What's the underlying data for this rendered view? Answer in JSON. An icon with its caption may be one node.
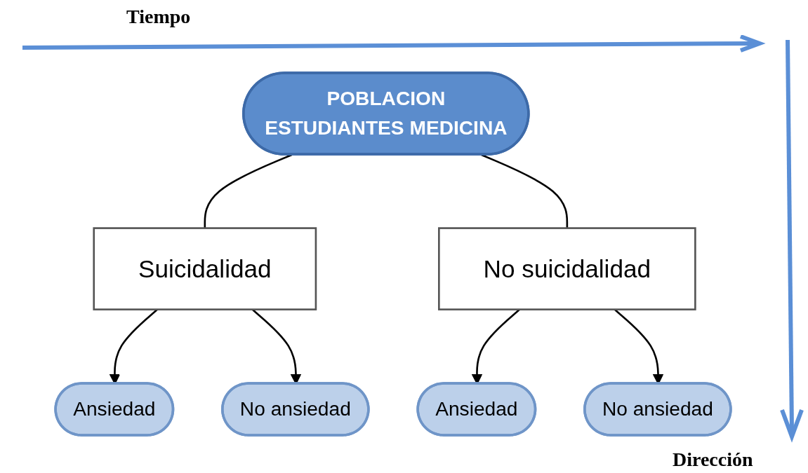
{
  "diagram": {
    "nodes": [
      {
        "text": [
          "POBLACION",
          "ESTUDIANTES MEDICINA"
        ]
      },
      {
        "text": [
          "Suicidalidad"
        ]
      },
      {
        "text": [
          "No suicidalidad"
        ]
      },
      {
        "text": [
          "Ansiedad"
        ]
      },
      {
        "text": [
          "No ansiedad"
        ]
      },
      {
        "text": [
          "Ansiedad"
        ]
      },
      {
        "text": [
          "No ansiedad"
        ]
      }
    ],
    "edges": [
      {
        "from": 0,
        "to": 1,
        "arrow": "none"
      },
      {
        "from": 0,
        "to": 2,
        "arrow": "none"
      },
      {
        "from": 1,
        "to": 3,
        "arrow": "to"
      },
      {
        "from": 1,
        "to": 4,
        "arrow": "to"
      },
      {
        "from": 2,
        "to": 5,
        "arrow": "to"
      },
      {
        "from": 2,
        "to": 6,
        "arrow": "to"
      }
    ],
    "labels": [
      "Tiempo",
      "Dirección"
    ]
  }
}
